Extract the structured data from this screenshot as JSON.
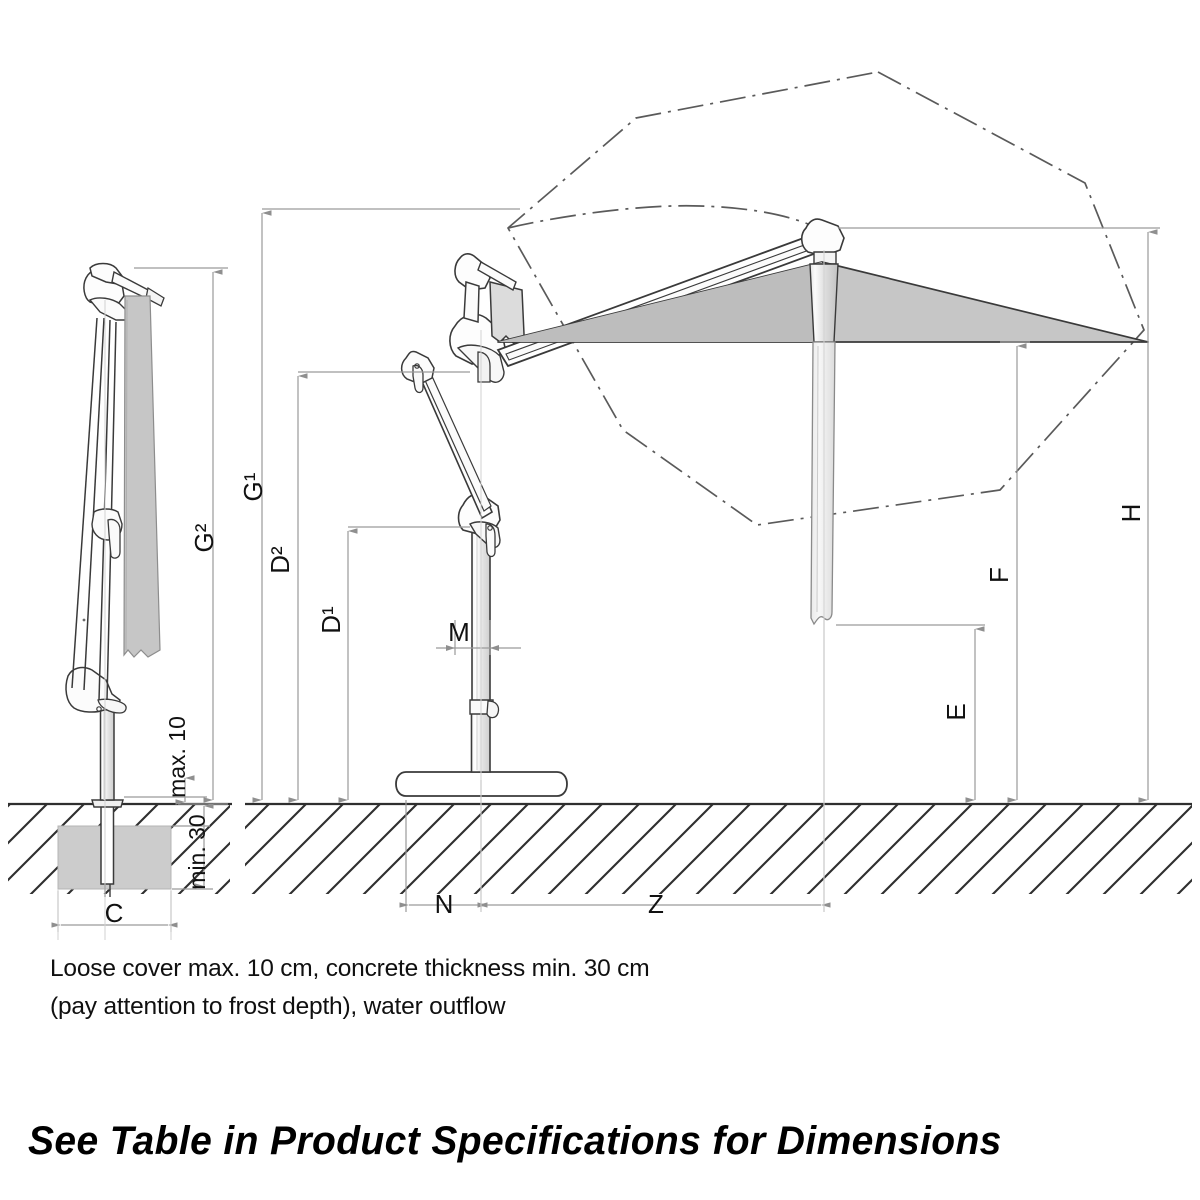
{
  "drawing": {
    "title": "Cantilever parasol dimension drawing",
    "views": {
      "left_view": {
        "name": "closed parasol side elevation with in-ground concrete foundation",
        "labels": {
          "overall_height": "G²",
          "cover_depth": "max. 10",
          "concrete_depth": "min. 30",
          "foundation_width": "C"
        }
      },
      "main_view": {
        "name": "open cantilever parasol side elevation on free-standing base",
        "labels": {
          "total_height": "G¹",
          "upper_pivot_height": "D²",
          "lower_pivot_height": "D¹",
          "mast_offset": "M",
          "canopy_peak_height": "H",
          "canopy_edge_height": "F",
          "valance_clearance": "E",
          "base_half_width": "N",
          "canopy_reach": "Z"
        }
      }
    },
    "dimension_labels": [
      {
        "id": "G2",
        "text": "G²",
        "orientation": "vertical"
      },
      {
        "id": "G1",
        "text": "G¹",
        "orientation": "vertical"
      },
      {
        "id": "D2",
        "text": "D²",
        "orientation": "vertical"
      },
      {
        "id": "D1",
        "text": "D¹",
        "orientation": "vertical"
      },
      {
        "id": "M",
        "text": "M",
        "orientation": "horizontal"
      },
      {
        "id": "H",
        "text": "H",
        "orientation": "vertical"
      },
      {
        "id": "F",
        "text": "F",
        "orientation": "vertical"
      },
      {
        "id": "E",
        "text": "E",
        "orientation": "vertical"
      },
      {
        "id": "N",
        "text": "N",
        "orientation": "horizontal"
      },
      {
        "id": "Z",
        "text": "Z",
        "orientation": "horizontal"
      },
      {
        "id": "C",
        "text": "C",
        "orientation": "horizontal"
      },
      {
        "id": "max10",
        "text": "max. 10",
        "orientation": "vertical"
      },
      {
        "id": "min30",
        "text": "min. 30",
        "orientation": "vertical"
      }
    ],
    "caption": {
      "line1": "Loose cover max. 10 cm, concrete thickness min. 30 cm",
      "line2": "(pay attention to frost depth), water outflow"
    },
    "footer": {
      "note": "See Table in Product Specifications for Dimensions"
    },
    "colors": {
      "outline": "#2b2b2b",
      "dimension_line": "#9a9a9a",
      "fabric_fill": "#c6c6c6",
      "concrete_fill": "#cccccc",
      "pole_fill": "#e9e9e9",
      "ground_line": "#3a3a3a",
      "background": "#ffffff"
    }
  }
}
